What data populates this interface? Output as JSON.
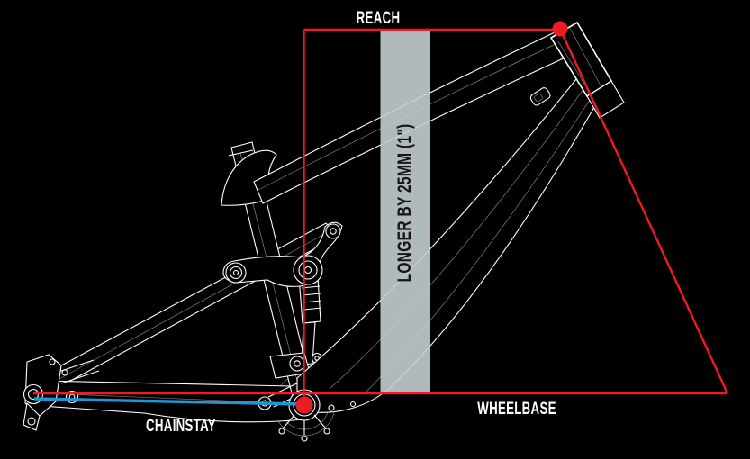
{
  "diagram": {
    "type": "bike-frame-geometry",
    "labels": {
      "reach": "REACH",
      "wheelbase": "WHEELBASE",
      "chainstay": "CHAINSTAY",
      "offset_band": "LONGER BY 25MM (1\")"
    },
    "colors": {
      "background": "#000000",
      "line": "#ffffff",
      "red": "#ed1c24",
      "blue": "#1e97d8",
      "band": "#c3ced0",
      "band_text": "#151515",
      "label": "#ffffff"
    },
    "markers": {
      "head_tube_top": "red-dot",
      "bottom_bracket": "red-dot"
    }
  }
}
